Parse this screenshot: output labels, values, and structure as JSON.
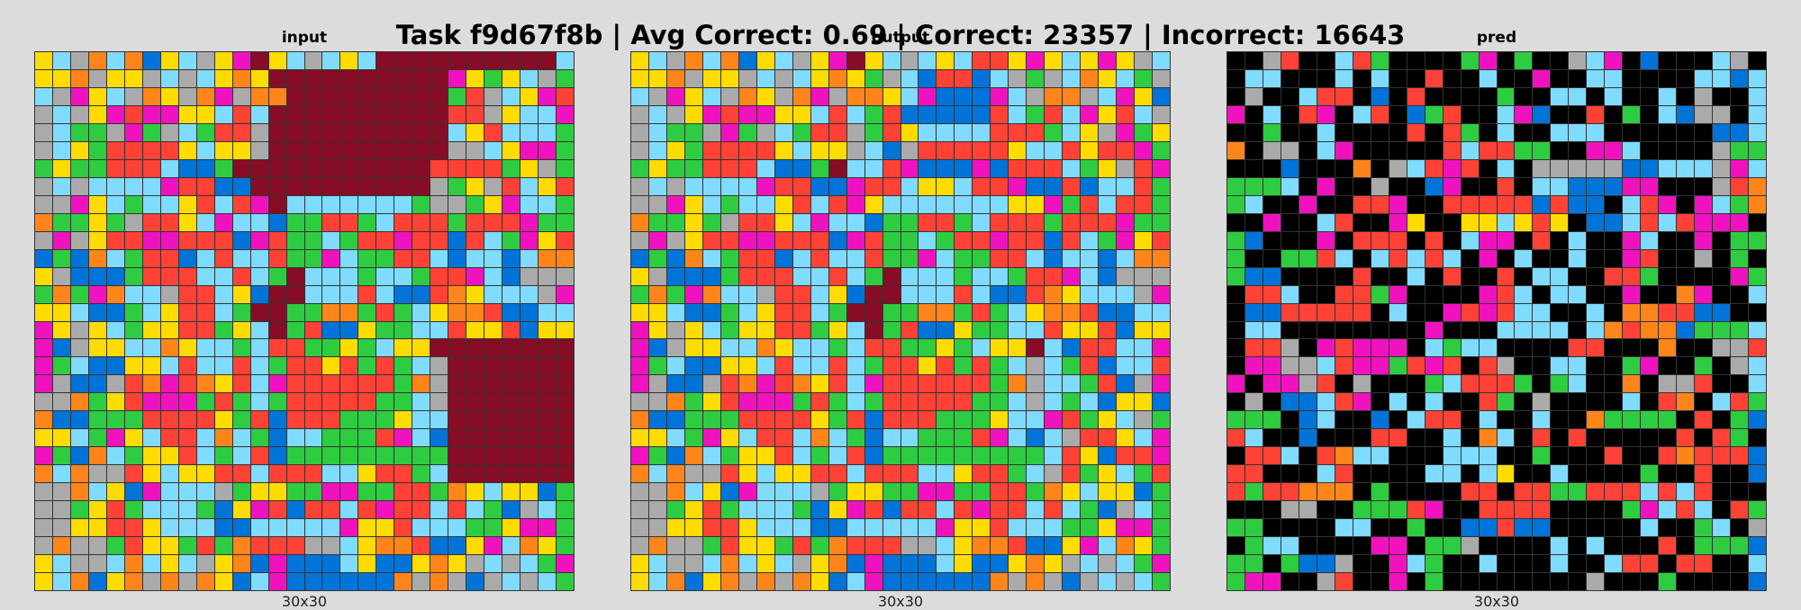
{
  "header": {
    "title": "Task f9d67f8b | Avg Correct: 0.69 | Correct: 23357 | Incorrect: 16643"
  },
  "palette": {
    "0": "#000000",
    "1": "#0074d9",
    "2": "#ff4136",
    "3": "#2ecc40",
    "4": "#ffdc00",
    "5": "#aaaaaa",
    "6": "#f012be",
    "7": "#ff851b",
    "8": "#7fdbff",
    "9": "#870c25"
  },
  "panels": [
    {
      "id": "input",
      "title": "input",
      "size": "30x30"
    },
    {
      "id": "output",
      "title": "output",
      "size": "30x30"
    },
    {
      "id": "pred",
      "title": "pred",
      "size": "30x30"
    }
  ],
  "grids": {
    "input": [
      "485787148546948584899999999998",
      "447544585847499999999996434853",
      "856485745765779999999993258462",
      "585462664482899999999992254886",
      "583356358322599999999998428883",
      "584322224844599999999995584663",
      "343322281139999999999922223453",
      "585888862211999999999953452842",
      "556483884282698888888355346883",
      "733435224868813322382223222633",
      "565422662221623383226221283642",
      "131783221828823368332281881877",
      "451113222882839888388322681555",
      "373678852284199888281127488856",
      "448113842283993377323847721188",
      "645483442234893211433882442144",
      "615448874883822334384499999999",
      "638114482882832242323859999999",
      "651152762742862222223759999999",
      "557342666323832222233859999999",
      "711333222243212223334889999999",
      "448364822878318833326819999999",
      "631783442838213333333339999999",
      "787552484422822288422389999999",
      "557841688853443366332237484413",
      "553423888314621228262282831583",
      "554422488811888886442888334663",
      "575532443237222558477211468743",
      "485587848547161118411474585836",
      "487147575741861111117575158583"
    ],
    "output": [
      "485787148546948584822464846458",
      "447544585847435812218535874835",
      "856485745765774861116857758641",
      "585462664482832111112832864285",
      "583356358322532488882223845634",
      "584322224844581522222488242263",
      "343322281139882611161222834526",
      "585888862211622844822611218823",
      "556483884282648888888446328223",
      "733435224868813322382223222633",
      "565422662221623383226221283642",
      "131783221828823368332281881877",
      "451113222882839888388322681555",
      "373678852284199888281127488856",
      "448113842283993377323847721188",
      "645483442234893211433882442144",
      "615448874883822334384498122886",
      "638114482882832242323858321882",
      "651152762742862222223758832156",
      "557342666323832222233858381441",
      "711333222243212223334886234853",
      "448364822878318833326818522486",
      "631783442838213333333338241226",
      "787552484422822288422385234832",
      "557841688853443366332237484413",
      "553423888314621228262282831583",
      "554422488811888886442888334663",
      "575532443237222558477211468743",
      "485587848547161118411474585836",
      "487147575741861111117575158583"
    ],
    "pred": [
      "005200823000036030058601000850",
      "088000808002008006008800008818",
      "050082201020000300880800805008",
      "608026082013200861002030815508",
      "003008000020230800888000000118",
      "705508600000282233006680000533",
      "000100070582620805555511888568",
      "333806005001600208811166000527",
      "380060022600222221211082606837",
      "006008200640044842401182826660",
      "310006022202086602080068006033",
      "300332808282806080080062005030",
      "311000020080200208800223000063",
      "022800223600006280880060076008",
      "011222220800626288008077221100",
      "088000000006000888808727713338",
      "022506266608388000022000700552",
      "066558266326202500880036003058",
      "606652050003822230380070552008",
      "050118260808002305000080270823",
      "333018001082208008007333302031",
      "280010002200807802020000020230",
      "022802788000888003000200272221",
      "220008200008808400800003002001",
      "232277703000022022332228282000",
      "000550033326002222000036828023",
      "330000880030011211000008003805",
      "038800006603350000808000203331",
      "330311500683008000800822022008",
      "366005200603000000005000300001"
    ]
  }
}
